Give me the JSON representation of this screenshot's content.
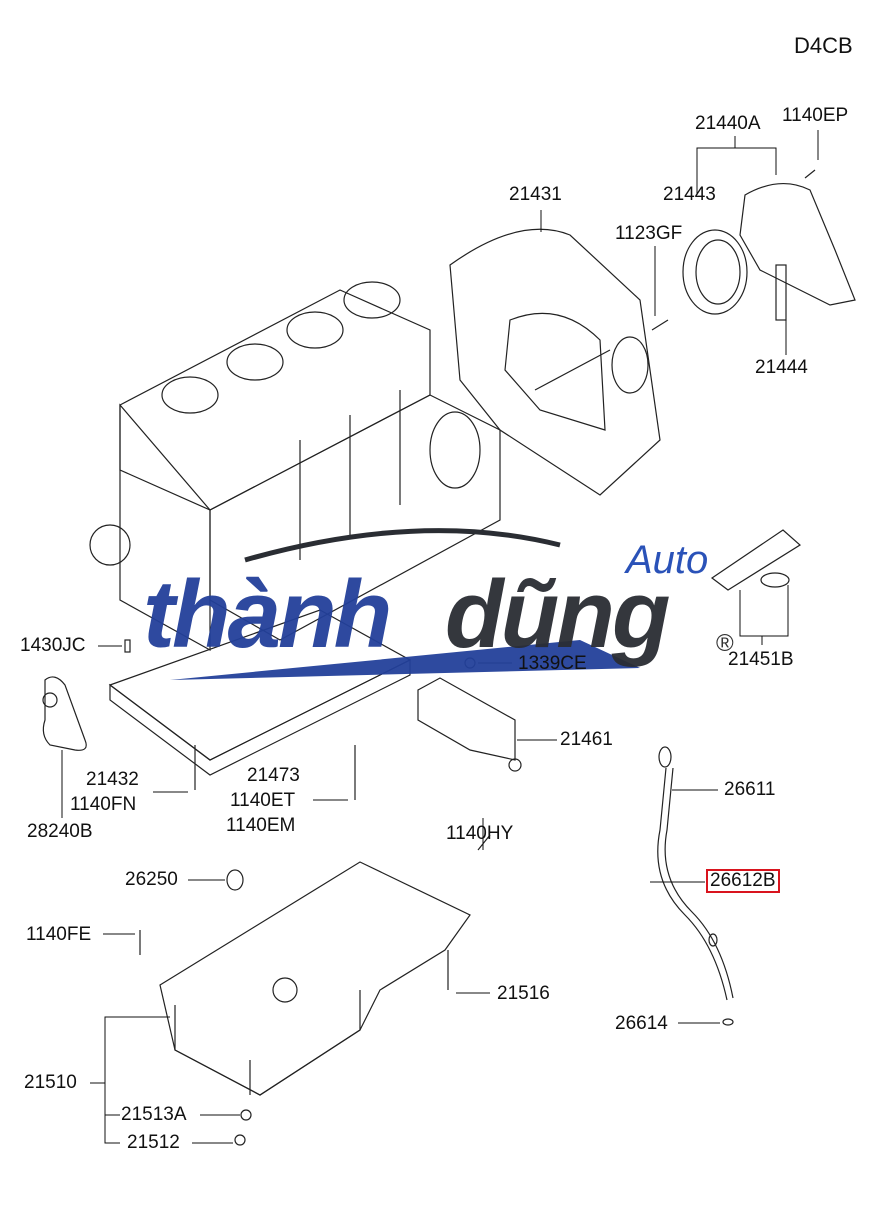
{
  "diagram": {
    "engine_code": "D4CB",
    "highlighted_part": "26612B",
    "highlight_color": "#d9141e",
    "labels": {
      "l21440A": "21440A",
      "l1140EP": "1140EP",
      "l21431": "21431",
      "l21443": "21443",
      "l1123GF": "1123GF",
      "l21444": "21444",
      "l1430JC": "1430JC",
      "l21451B": "21451B",
      "l1339CE": "1339CE",
      "l21461": "21461",
      "l21432": "21432",
      "l1140FN": "1140FN",
      "l28240B": "28240B",
      "l21473": "21473",
      "l1140ET": "1140ET",
      "l1140EM": "1140EM",
      "l1140HY": "1140HY",
      "l26611": "26611",
      "l26612B": "26612B",
      "l26250": "26250",
      "l1140FE": "1140FE",
      "l21516": "21516",
      "l26614": "26614",
      "l21510": "21510",
      "l21513A": "21513A",
      "l21512": "21512"
    }
  },
  "watermark": {
    "word1": "thành",
    "word2": "dũng",
    "auto": "Auto",
    "registered": "®",
    "primary_color": "#23409a",
    "secondary_color": "#2a2d33"
  }
}
